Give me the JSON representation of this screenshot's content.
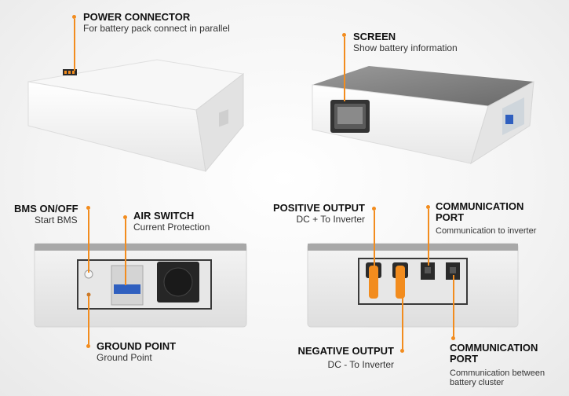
{
  "labels": {
    "power_connector": {
      "title": "POWER CONNECTOR",
      "desc": "For battery pack connect in parallel"
    },
    "screen": {
      "title": "SCREEN",
      "desc": "Show battery information"
    },
    "bms": {
      "title": "BMS ON/OFF",
      "desc": "Start BMS"
    },
    "air_switch": {
      "title": "AIR SWITCH",
      "desc": "Current Protection"
    },
    "ground_point": {
      "title": "GROUND POINT",
      "desc": "Ground Point"
    },
    "positive_output": {
      "title": "POSITIVE  OUTPUT",
      "desc": "DC + To Inverter"
    },
    "comm_port_top": {
      "title_line1": "COMMUNICATION",
      "title_line2": "PORT",
      "desc": "Communication to inverter"
    },
    "negative_output": {
      "title": "NEGATIVE OUTPUT",
      "desc": "DC - To Inverter"
    },
    "comm_port_bottom": {
      "title_line1": "COMMUNICATION",
      "title_line2": "PORT",
      "desc_line1": "Communication between",
      "desc_line2": "battery cluster"
    }
  },
  "colors": {
    "accent": "#f28c1e",
    "casing": "#ffffff",
    "lid_dark": "#7e7e7e",
    "port_dark": "#2a2a2a"
  }
}
